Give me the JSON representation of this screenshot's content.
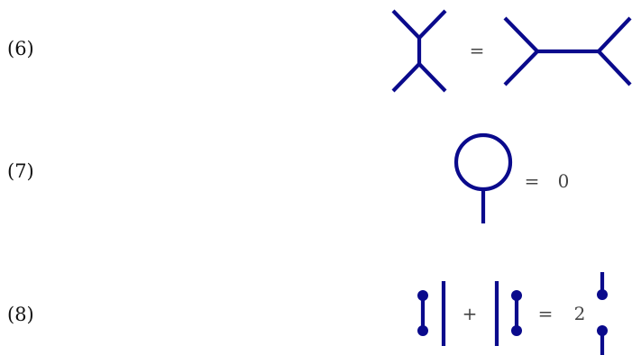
{
  "equations": [
    {
      "label": "(6)",
      "operators": [
        "="
      ]
    },
    {
      "label": "(7)",
      "operators": [
        "=",
        "0"
      ]
    },
    {
      "label": "(8)",
      "operators": [
        "+",
        "=",
        "2"
      ]
    }
  ],
  "colors": {
    "diagram": "#0a0a8c",
    "label_text": "#111111",
    "operator_text": "#444444"
  }
}
